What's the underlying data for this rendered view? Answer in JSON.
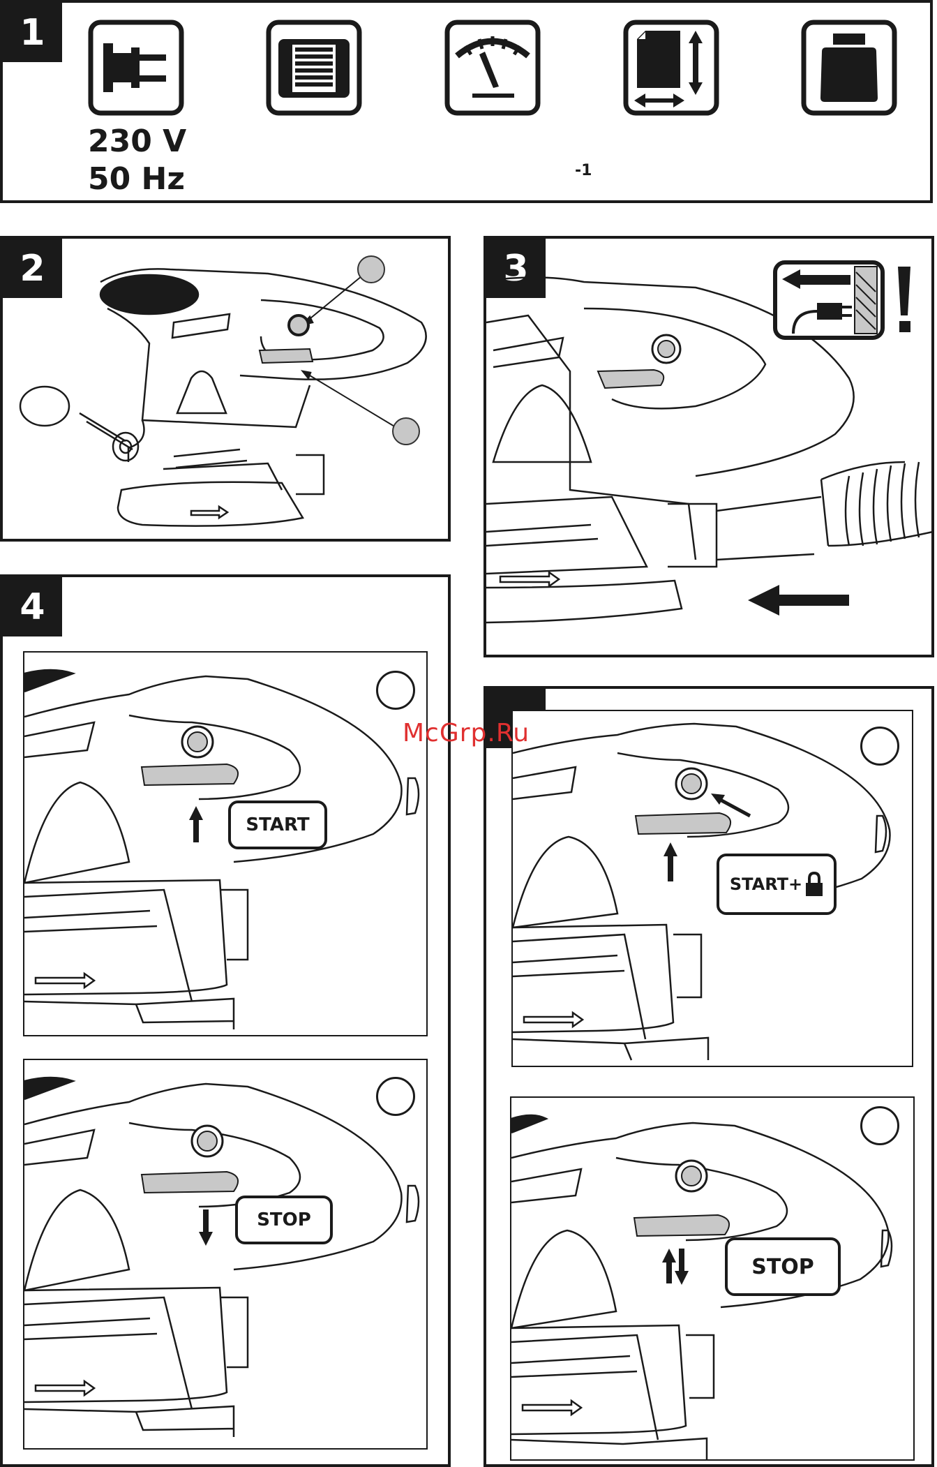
{
  "panel1": {
    "number": "1",
    "voltage": "230 V",
    "frequency": "50 Hz",
    "speed_unit": "-1",
    "icons": [
      "plug-icon",
      "motor-icon",
      "gauge-icon",
      "sanding-pad-size-icon",
      "weight-icon"
    ]
  },
  "panel2": {
    "number": "2"
  },
  "panel3": {
    "number": "3"
  },
  "panel4": {
    "number": "4",
    "start_label": "START",
    "stop_label": "STOP"
  },
  "panel5": {
    "start_lock_label": "START+",
    "stop_label": "STOP"
  },
  "watermark": "McGrp.Ru"
}
